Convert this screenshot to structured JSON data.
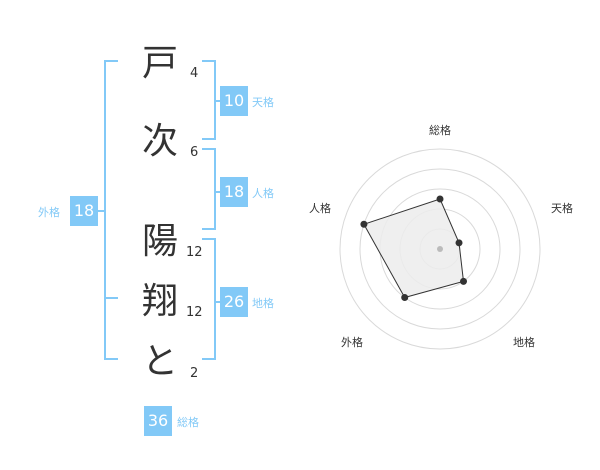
{
  "name": {
    "characters": [
      {
        "char": "戸",
        "strokes": "4"
      },
      {
        "char": "次",
        "strokes": "6"
      },
      {
        "char": "陽",
        "strokes": "12"
      },
      {
        "char": "翔",
        "strokes": "12"
      },
      {
        "char": "と",
        "strokes": "2"
      }
    ]
  },
  "kakusu": {
    "tenkaku": {
      "value": "10",
      "label": "天格"
    },
    "jinkaku": {
      "value": "18",
      "label": "人格"
    },
    "chikaku": {
      "value": "26",
      "label": "地格"
    },
    "gaikaku": {
      "value": "18",
      "label": "外格"
    },
    "soukaku": {
      "value": "36",
      "label": "総格"
    }
  },
  "radar": {
    "axes": [
      "総格",
      "天格",
      "地格",
      "外格",
      "人格"
    ],
    "levels": 5,
    "values": [
      2.5,
      1,
      2,
      3,
      4
    ],
    "colors": {
      "fill": "#ececec",
      "stroke": "#333333",
      "grid": "#d9d9d9"
    }
  }
}
